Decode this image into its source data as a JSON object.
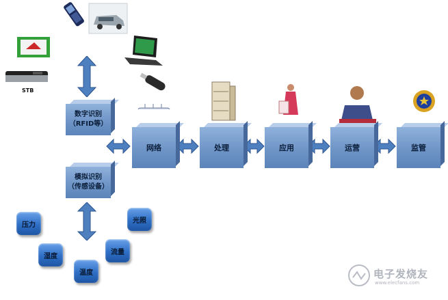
{
  "devices": {
    "stb_label": "STB"
  },
  "left_boxes": {
    "digital": {
      "line1": "数字识别",
      "line2": "（RFID等）"
    },
    "analog": {
      "line1": "模拟识别",
      "line2": "（传感设备）"
    }
  },
  "pipeline": [
    "网络",
    "处理",
    "应用",
    "运营",
    "监管"
  ],
  "sensors": {
    "pressure": "压力",
    "humidity": "湿度",
    "temperature": "温度",
    "flow": "流量",
    "light": "光照"
  },
  "watermark": {
    "text": "电子发烧友",
    "site": "www.elecfans.com"
  },
  "colors": {
    "box": "#6f95c7",
    "sensor": "#2e6fc6",
    "arrow": "#4e7fbf"
  }
}
